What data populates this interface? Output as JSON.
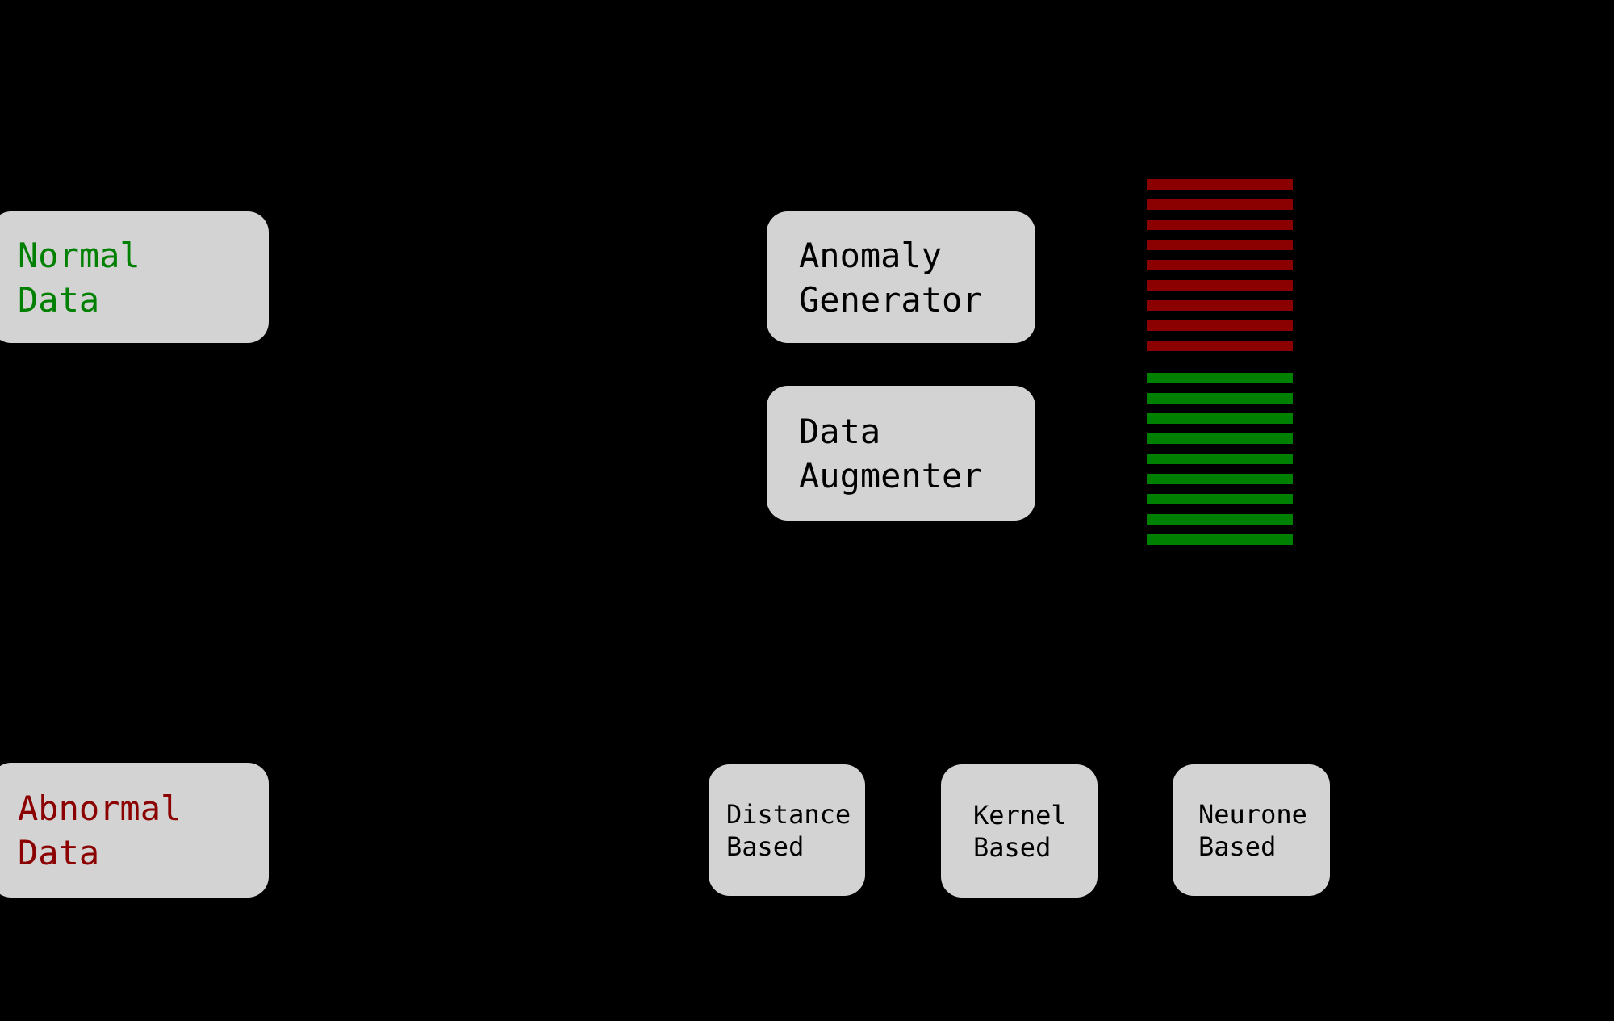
{
  "colors": {
    "background": "#000000",
    "box_fill": "#d3d3d3",
    "normal_green": "#008000",
    "abnormal_red": "#8b0000",
    "box_text": "#000000"
  },
  "boxes": {
    "normal_data": {
      "line1": "Normal",
      "line2": "Data"
    },
    "abnormal_data": {
      "line1": "Abnormal",
      "line2": "Data"
    },
    "anomaly_generator": {
      "line1": "Anomaly",
      "line2": "Generator"
    },
    "data_augmenter": {
      "line1": "Data",
      "line2": "Augmenter"
    },
    "distance_based": {
      "line1": "Distance",
      "line2": "Based"
    },
    "kernel_based": {
      "line1": "Kernel",
      "line2": "Based"
    },
    "neurone_based": {
      "line1": "Neurone",
      "line2": "Based"
    }
  },
  "stripes": {
    "red": {
      "count": 9,
      "color": "#8b0000",
      "meaning": "abnormal-samples"
    },
    "green": {
      "count": 9,
      "color": "#008000",
      "meaning": "normal-samples"
    }
  }
}
